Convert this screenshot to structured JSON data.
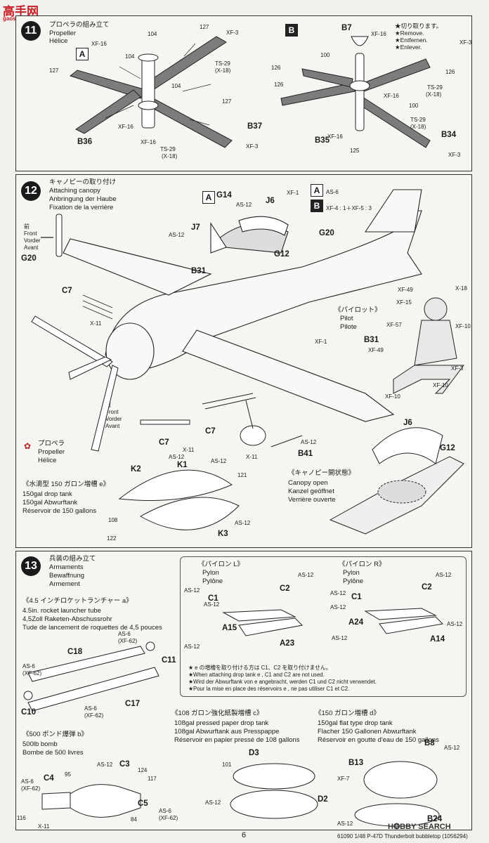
{
  "watermark": {
    "left": "高手网",
    "left_sub": "gaoshou.com",
    "right": "H✪BBY SEARCH"
  },
  "page_number": "6",
  "footer": "61090 1/48 P-47D Thunderbolt bubbletop (1056294)",
  "step11": {
    "num": "11",
    "title_jp": "プロペラの組み立て",
    "title_en": "Propeller",
    "title_fr": "Hélice",
    "variant_a": "A",
    "variant_b": "B",
    "parts_a": [
      "XF-3",
      "104",
      "127",
      "XF-16",
      "104",
      "127",
      "TS-29",
      "(X-18)",
      "XF-16",
      "104",
      "127",
      "XF-16",
      "TS-29",
      "(X-18)",
      "B37",
      "XF-3",
      "B36"
    ],
    "parts_b": [
      "B7",
      "XF-16",
      "XF-3",
      "100",
      "126",
      "126",
      "TS-29",
      "(X-18)",
      "XF-16",
      "100",
      "126",
      "XF-16",
      "TS-29",
      "(X-18)",
      "B35",
      "B34",
      "XF-3",
      "125"
    ],
    "remove_jp": "★切り取ります。",
    "remove": [
      "★Remove.",
      "★Entfernen.",
      "★Enlever."
    ]
  },
  "step12": {
    "num": "12",
    "title_jp": "キャノピーの取り付け",
    "title_en": "Attaching canopy",
    "title_de": "Anbringung der Haube",
    "title_fr": "Fixation de la verrière",
    "front": [
      "前",
      "Front",
      "Vorder",
      "Avant"
    ],
    "labels": [
      "G20",
      "C7",
      "X-11",
      "A",
      "G14",
      "AS-12",
      "J6",
      "XF-1",
      "A",
      "AS-6",
      "B",
      "XF-4 : 1＋XF-5 : 3",
      "J7",
      "AS-12",
      "G12",
      "G20",
      "B31",
      "XF-1",
      "C7",
      "X-11",
      "B41",
      "AS-12",
      "X-11",
      "C7"
    ],
    "pilot_title": "《パイロット》",
    "pilot_en": "Pilot",
    "pilot_fr": "Pilote",
    "pilot_paints": [
      "XF-49",
      "X-18",
      "XF-15",
      "XF-57",
      "XF-10",
      "B31",
      "XF-49",
      "XF-3",
      "XF-10",
      "XF-10"
    ],
    "prop_jp": "プロペラ",
    "prop_en": "Propeller",
    "prop_fr": "Hélice",
    "droptank_title": "《水滴型 150 ガロン増槽 e》",
    "droptank_en": "150gal drop tank",
    "droptank_de": "150gal Abwurftank",
    "droptank_fr": "Réservoir de 150 gallons",
    "droptank_parts": [
      "K2",
      "K1",
      "AS-12",
      "AS-12",
      "121",
      "108",
      "122",
      "AS-12",
      "K3"
    ],
    "canopy_open_title": "《キャノピー開状態》",
    "canopy_open_en": "Canopy open",
    "canopy_open_de": "Kanzel geöffnet",
    "canopy_open_fr": "Verrière ouverte",
    "canopy_open_parts": [
      "J6",
      "G12"
    ]
  },
  "step13": {
    "num": "13",
    "title_jp": "兵装の組み立て",
    "title_en": "Armaments",
    "title_de": "Bewaffnung",
    "title_fr": "Armement",
    "rocket_title": "《4.5 インチロケットランチャー a》",
    "rocket_en": "4.5in. rocket launcher tube",
    "rocket_de": "4,5Zoll Raketen-Abschussrohr",
    "rocket_fr": "Tude de lancement de roquettes de 4,5 pouces",
    "rocket_parts": [
      "AS-6",
      "(XF-62)",
      "C18",
      "C11",
      "AS-6",
      "(XF-62)",
      "AS-6",
      "(XF-62)",
      "C17",
      "C10"
    ],
    "pylon_l": "《パイロン L》",
    "pylon_r": "《パイロン R》",
    "pylon_en": "Pylon",
    "pylon_fr": "Pylône",
    "pylon_l_parts": [
      "AS-12",
      "C2",
      "AS-12",
      "C1",
      "AS-12",
      "A15",
      "AS-12",
      "A23"
    ],
    "pylon_r_parts": [
      "AS-12",
      "C2",
      "AS-12",
      "C1",
      "AS-12",
      "A24",
      "AS-12",
      "AS-12",
      "A14"
    ],
    "note_jp": "★ e の増槽を取り付ける方は C1、C2 を取り付けません。",
    "note_en": "★When attaching drop tank e , C1 and C2 are not used.",
    "note_de": "★Wird der Abwurftank von e angebracht, werden C1 und C2 nicht verwendet.",
    "note_fr": "★Pour la mise en place des réservoirs e , ne pas utiliser C1 et C2.",
    "paper_title": "《108 ガロン強化紙製増槽 c》",
    "paper_en": "108gal pressed paper drop tank",
    "paper_de": "108gal Abwurftank aus Presspappe",
    "paper_fr": "Réservoir en papier pressé de 108 gallons",
    "paper_parts": [
      "101",
      "D3",
      "AS-12",
      "D2"
    ],
    "flat_title": "《150 ガロン増槽 d》",
    "flat_en": "150gal flat type drop tank",
    "flat_de": "Flacher 150 Gallonen Abwurftank",
    "flat_fr": "Réservoir en goutte d'eau de 150 gallons",
    "flat_parts": [
      "B8",
      "AS-12",
      "B13",
      "XF-7",
      "AS-12",
      "B24"
    ],
    "bomb_title": "《500 ポンド爆弾 b》",
    "bomb_en": "500lb bomb",
    "bomb_fr": "Bombe de 500 livres",
    "bomb_parts": [
      "AS-12",
      "C3",
      "AS-6",
      "(XF-62)",
      "C4",
      "95",
      "124",
      "117",
      "C5",
      "AS-6",
      "(XF-62)",
      "116",
      "X-11",
      "84"
    ]
  }
}
